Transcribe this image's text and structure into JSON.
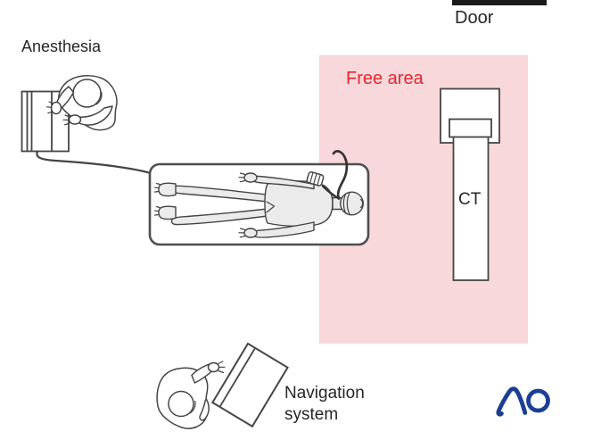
{
  "diagram": {
    "door_label": "Door",
    "anesthesia_label": "Anesthesia",
    "free_area_label": "Free area",
    "ct_label": "CT",
    "navigation_label_line1": "Navigation",
    "navigation_label_line2": "system",
    "logo_text": "AO"
  },
  "scene_elements": [
    "door-bar",
    "free-area-region",
    "anesthesia-machine",
    "anesthetist-figure",
    "anesthesia-cable",
    "operating-table",
    "patient-figure",
    "breathing-tube",
    "tube-connector",
    "ct-scanner",
    "navigation-monitor",
    "navigation-operator-figure",
    "ao-logo"
  ],
  "colors": {
    "background": "#ffffff",
    "free_area_fill": "#f8d8da",
    "free_area_text": "#e5252e",
    "door_bar": "#1a1a1a",
    "outline": "#454545",
    "figure_fill": "#ebebeb",
    "equipment_fill": "#ffffff",
    "label_text": "#262626",
    "logo_blue": "#1c3f94",
    "table_stroke": "#4f4f4f",
    "tube_stroke": "#333333"
  }
}
